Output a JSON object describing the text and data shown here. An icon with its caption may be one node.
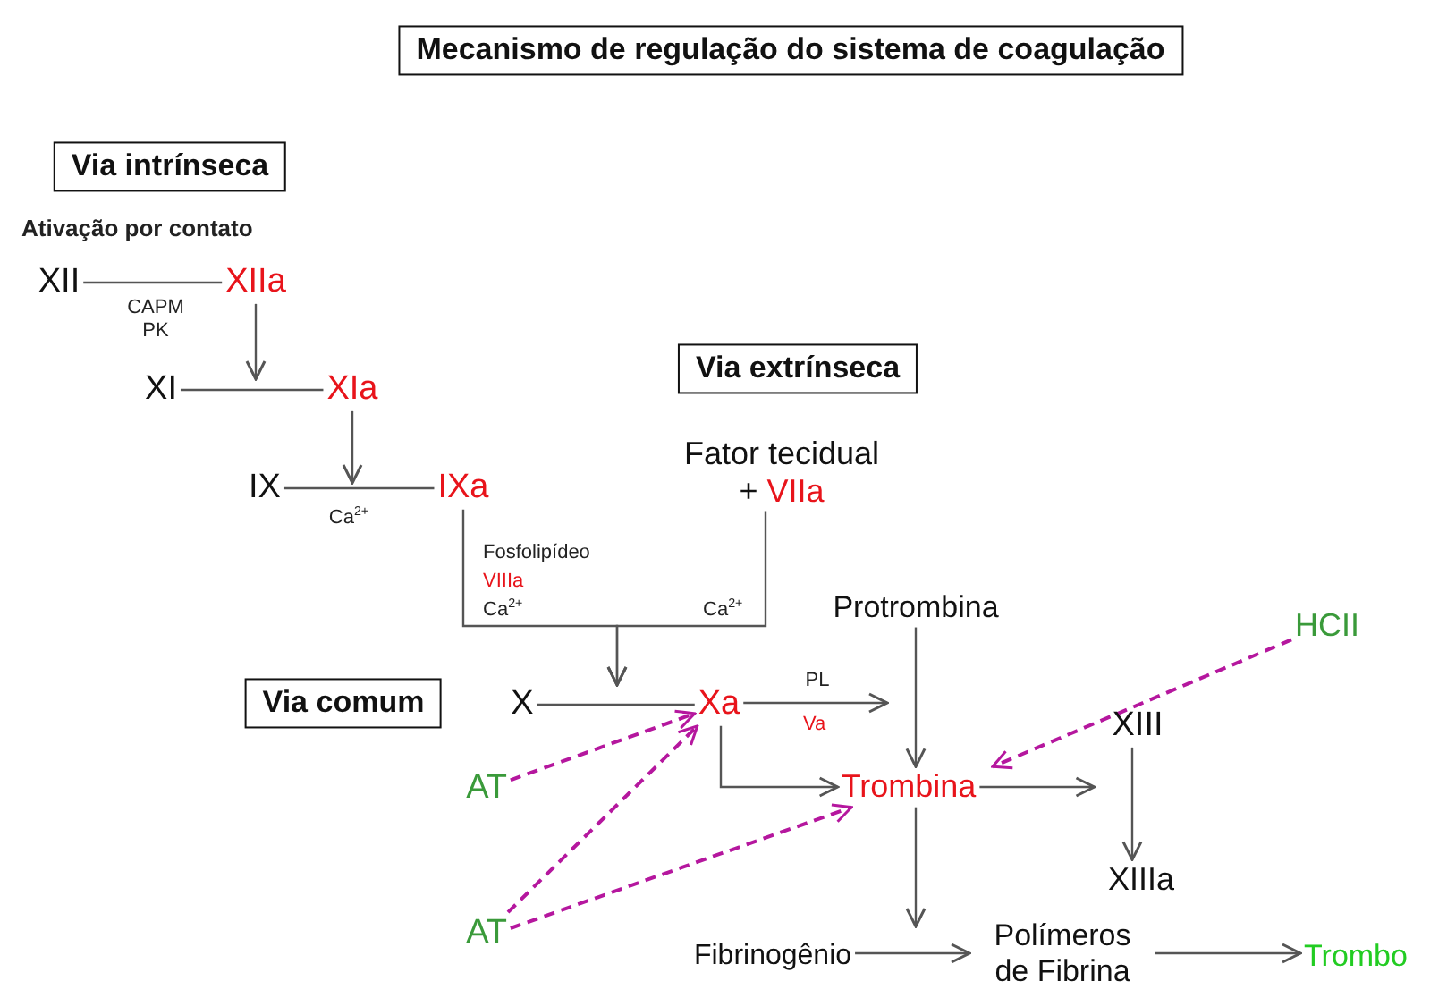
{
  "diagram": {
    "title": "Mecanismo de regulação do sistema de coagulação",
    "nodes": [
      {
        "text": [
          "Via intrínseca"
        ]
      },
      {
        "text": [
          "XII"
        ]
      },
      {
        "text": [
          "XIIa"
        ]
      },
      {
        "text": [
          "XI"
        ]
      },
      {
        "text": [
          "XIa"
        ]
      },
      {
        "text": [
          "Via extrínseca"
        ]
      },
      {
        "text": [
          "IX"
        ]
      },
      {
        "text": [
          "IXa"
        ]
      },
      {
        "text": [
          "Fator tecidual",
          "+",
          "VIIa"
        ]
      },
      {
        "text": [
          "Protrombina"
        ]
      },
      {
        "text": [
          "HCII"
        ]
      },
      {
        "text": [
          "Via comum"
        ]
      },
      {
        "text": [
          "X"
        ]
      },
      {
        "text": [
          "Xa"
        ]
      },
      {
        "text": [
          "XIII"
        ]
      },
      {
        "text": [
          "AT"
        ]
      },
      {
        "text": [
          "Trombina"
        ]
      },
      {
        "text": [
          "XIIIa"
        ]
      },
      {
        "text": [
          "AT"
        ]
      },
      {
        "text": [
          "Fibrinogênio"
        ]
      },
      {
        "text": [
          "Polímeros de Fibrina"
        ]
      },
      {
        "text": [
          "Trombo"
        ]
      }
    ],
    "edges": [
      {
        "from": 1,
        "to": 2,
        "arrow": "none",
        "label": "CAPM PK"
      },
      {
        "from": 2,
        "to": null,
        "arrow": "to"
      },
      {
        "from": 3,
        "to": 4,
        "arrow": "none"
      },
      {
        "from": 4,
        "to": null,
        "arrow": "to"
      },
      {
        "from": 6,
        "to": 7,
        "arrow": "none",
        "label": "Ca$^{2+}$"
      },
      {
        "from": 7,
        "to": null,
        "arrow": "to"
      },
      {
        "from": 8,
        "to": null,
        "arrow": "to"
      },
      {
        "from": 12,
        "to": 13,
        "arrow": "none"
      },
      {
        "from": 13,
        "to": null,
        "arrow": "to",
        "label": "PL"
      },
      {
        "from": 13,
        "to": 16,
        "arrow": "to"
      },
      {
        "from": 9,
        "to": 16,
        "arrow": "to"
      },
      {
        "from": 10,
        "to": 16,
        "arrow": "to",
        "style": "dashed",
        "color": "#b5179e"
      },
      {
        "from": 15,
        "to": 13,
        "arrow": "to",
        "style": "dashed",
        "color": "#b5179e"
      },
      {
        "from": 18,
        "to": 13,
        "arrow": "to",
        "style": "dashed",
        "color": "#b5179e"
      },
      {
        "from": 18,
        "to": 16,
        "arrow": "to",
        "style": "dashed",
        "color": "#b5179e"
      },
      {
        "from": 16,
        "to": 14,
        "arrow": "to"
      },
      {
        "from": 14,
        "to": 17,
        "arrow": "to"
      },
      {
        "from": 16,
        "to": null,
        "arrow": "to"
      },
      {
        "from": 19,
        "to": 20,
        "arrow": "to"
      },
      {
        "from": 20,
        "to": 21,
        "arrow": "to"
      }
    ],
    "labels": [
      "Ativação por contato",
      "Fosfolipídeo",
      "VIIIa",
      "Ca$^{2+}$",
      "Ca$^{2+}$",
      "Va"
    ]
  }
}
